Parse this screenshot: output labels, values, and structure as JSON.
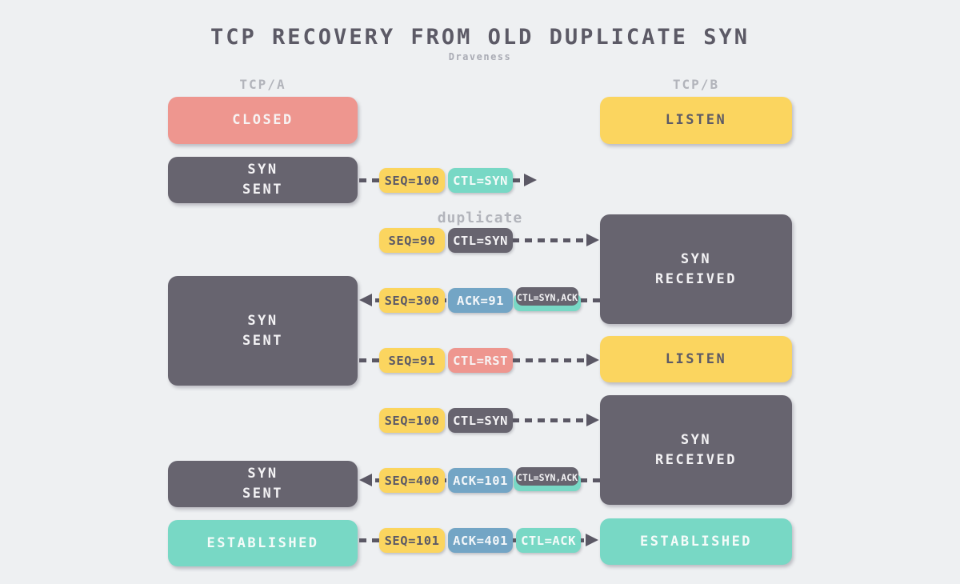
{
  "title": "TCP RECOVERY FROM OLD DUPLICATE SYN",
  "subtitle": "Draveness",
  "columns": {
    "left": "TCP/A",
    "right": "TCP/B"
  },
  "annotations": {
    "duplicate": "duplicate"
  },
  "colors": {
    "background": "#eef0f2",
    "salmon": "#ee968f",
    "yellow": "#fbd55f",
    "dark_gray": "#67646f",
    "teal": "#78d8c5",
    "blue": "#73a5c5",
    "arrow": "#5b5865",
    "title_text": "#5c5a66",
    "muted_text": "#b2b4bb"
  },
  "states": {
    "left": [
      {
        "label": "CLOSED",
        "variant": "salmon"
      },
      {
        "label": "SYN\nSENT",
        "variant": "dark"
      },
      {
        "label": "SYN\nSENT",
        "variant": "dark"
      },
      {
        "label": "SYN\nSENT",
        "variant": "dark"
      },
      {
        "label": "ESTABLISHED",
        "variant": "teal"
      }
    ],
    "right": [
      {
        "label": "LISTEN",
        "variant": "yellow"
      },
      {
        "label": "SYN\nRECEIVED",
        "variant": "dark"
      },
      {
        "label": "LISTEN",
        "variant": "yellow"
      },
      {
        "label": "SYN\nRECEIVED",
        "variant": "dark"
      },
      {
        "label": "ESTABLISHED",
        "variant": "teal"
      }
    ]
  },
  "messages": [
    {
      "direction": "right-short",
      "badges": [
        {
          "text": "SEQ=100",
          "variant": "yellow"
        },
        {
          "text": "CTL=SYN",
          "variant": "teal"
        }
      ]
    },
    {
      "direction": "right",
      "note": "duplicate",
      "badges": [
        {
          "text": "SEQ=90",
          "variant": "yellow"
        },
        {
          "text": "CTL=SYN",
          "variant": "dark"
        }
      ]
    },
    {
      "direction": "left",
      "badges": [
        {
          "text": "SEQ=300",
          "variant": "yellow"
        },
        {
          "text": "ACK=91",
          "variant": "blue"
        },
        {
          "text": "CTL=SYN,ACK",
          "variant": "stacked"
        }
      ]
    },
    {
      "direction": "right",
      "badges": [
        {
          "text": "SEQ=91",
          "variant": "yellow"
        },
        {
          "text": "CTL=RST",
          "variant": "salmon"
        }
      ]
    },
    {
      "direction": "right",
      "badges": [
        {
          "text": "SEQ=100",
          "variant": "yellow"
        },
        {
          "text": "CTL=SYN",
          "variant": "dark"
        }
      ]
    },
    {
      "direction": "left",
      "badges": [
        {
          "text": "SEQ=400",
          "variant": "yellow"
        },
        {
          "text": "ACK=101",
          "variant": "blue"
        },
        {
          "text": "CTL=SYN,ACK",
          "variant": "stacked"
        }
      ]
    },
    {
      "direction": "right",
      "badges": [
        {
          "text": "SEQ=101",
          "variant": "yellow"
        },
        {
          "text": "ACK=401",
          "variant": "blue"
        },
        {
          "text": "CTL=ACK",
          "variant": "teal"
        }
      ]
    }
  ]
}
